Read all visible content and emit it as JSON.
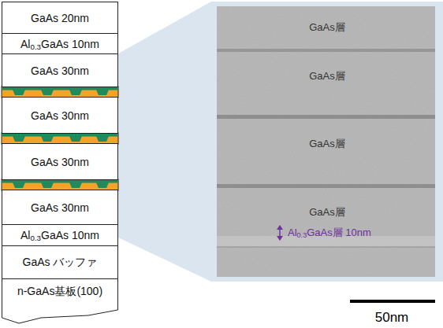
{
  "diagram": {
    "nodes": [
      {
        "text": [
          "GaAs 20nm"
        ]
      },
      {
        "text": [
          "Al0.3GaAs 10nm"
        ]
      },
      {
        "text": [
          "GaAs 30nm"
        ]
      },
      {
        "text": [
          "GaAs 30nm"
        ]
      },
      {
        "text": [
          "GaAs 30nm"
        ]
      },
      {
        "text": [
          "GaAs 30nm"
        ]
      },
      {
        "text": [
          "Al0.3GaAs 10nm"
        ]
      },
      {
        "text": [
          "GaAs バッファ"
        ]
      },
      {
        "text": [
          "n-GaAs基板(100)"
        ]
      }
    ],
    "labels": [
      "GaAs層",
      "GaAs層",
      "GaAs層",
      "GaAs層",
      "Al0.3GaAs層 10nm",
      "50nm"
    ]
  }
}
